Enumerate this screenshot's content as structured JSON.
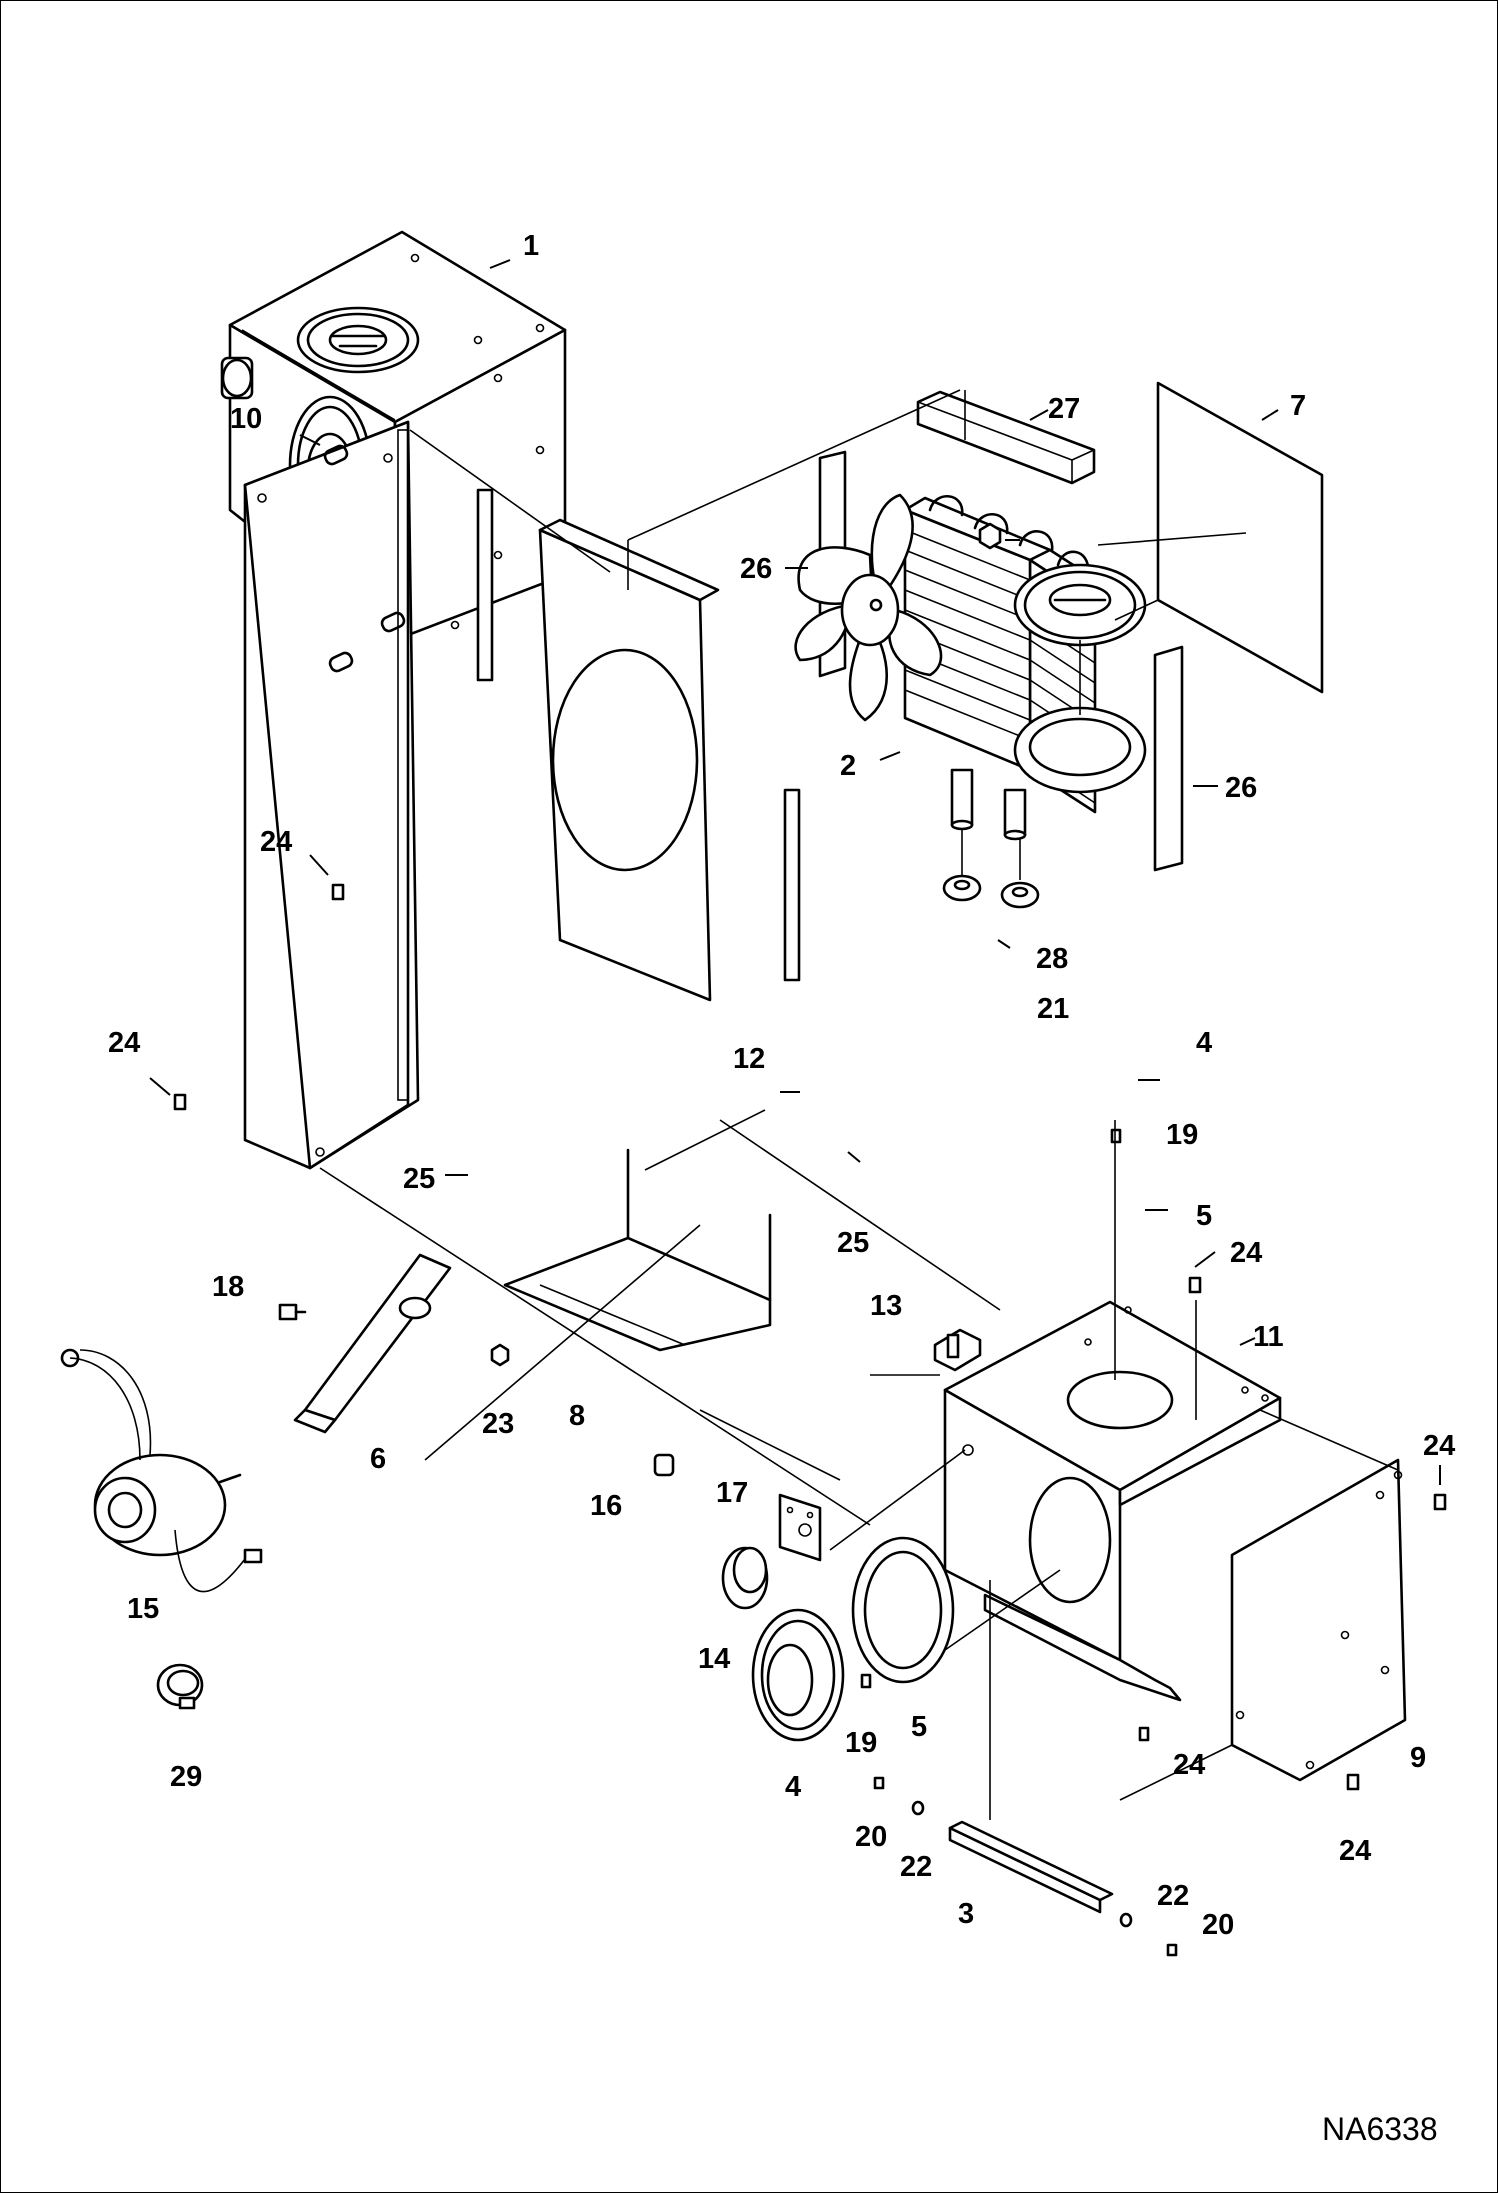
{
  "figure_code": "NA6338",
  "callouts": [
    {
      "id": "c1",
      "label": "1"
    },
    {
      "id": "c2",
      "label": "2"
    },
    {
      "id": "c3",
      "label": "3"
    },
    {
      "id": "c4a",
      "label": "4"
    },
    {
      "id": "c4b",
      "label": "4"
    },
    {
      "id": "c5a",
      "label": "5"
    },
    {
      "id": "c5b",
      "label": "5"
    },
    {
      "id": "c6",
      "label": "6"
    },
    {
      "id": "c7",
      "label": "7"
    },
    {
      "id": "c8",
      "label": "8"
    },
    {
      "id": "c9",
      "label": "9"
    },
    {
      "id": "c10",
      "label": "10"
    },
    {
      "id": "c11",
      "label": "11"
    },
    {
      "id": "c12",
      "label": "12"
    },
    {
      "id": "c13",
      "label": "13"
    },
    {
      "id": "c14",
      "label": "14"
    },
    {
      "id": "c15",
      "label": "15"
    },
    {
      "id": "c16",
      "label": "16"
    },
    {
      "id": "c17",
      "label": "17"
    },
    {
      "id": "c18",
      "label": "18"
    },
    {
      "id": "c19a",
      "label": "19"
    },
    {
      "id": "c19b",
      "label": "19"
    },
    {
      "id": "c20a",
      "label": "20"
    },
    {
      "id": "c20b",
      "label": "20"
    },
    {
      "id": "c21",
      "label": "21"
    },
    {
      "id": "c22a",
      "label": "22"
    },
    {
      "id": "c22b",
      "label": "22"
    },
    {
      "id": "c23",
      "label": "23"
    },
    {
      "id": "c24a",
      "label": "24"
    },
    {
      "id": "c24b",
      "label": "24"
    },
    {
      "id": "c24c",
      "label": "24"
    },
    {
      "id": "c24d",
      "label": "24"
    },
    {
      "id": "c24e",
      "label": "24"
    },
    {
      "id": "c24f",
      "label": "24"
    },
    {
      "id": "c25a",
      "label": "25"
    },
    {
      "id": "c25b",
      "label": "25"
    },
    {
      "id": "c26a",
      "label": "26"
    },
    {
      "id": "c26b",
      "label": "26"
    },
    {
      "id": "c27",
      "label": "27"
    },
    {
      "id": "c28",
      "label": "28"
    },
    {
      "id": "c29",
      "label": "29"
    }
  ]
}
